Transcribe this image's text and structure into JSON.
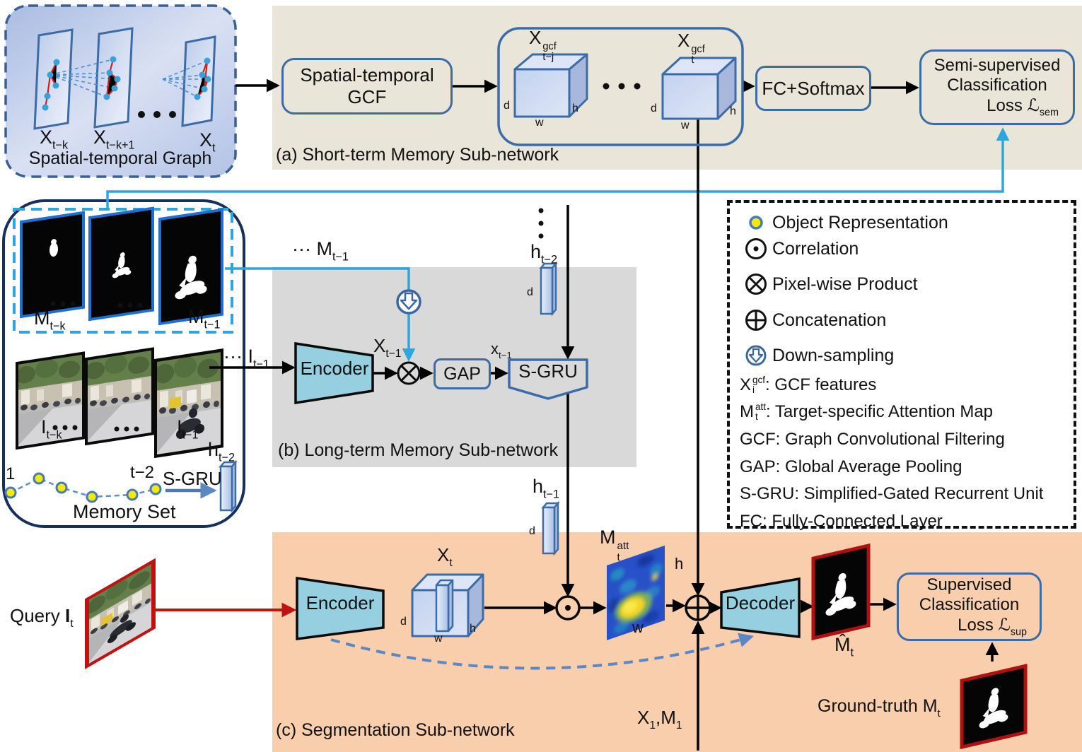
{
  "colors": {
    "cyan": "#2aa7df",
    "navy_border": "#3b6ca8",
    "dark_navy": "#16305e",
    "red": "#c11212",
    "beige_region": "#e9e6d9",
    "gray_region": "#d9d9d9",
    "orange_region": "#f8cead",
    "steel_blue": "#4a7ab5",
    "node_yellow": "#f2ea0a",
    "encoder_fill": "#96cfdf"
  },
  "graph": {
    "title": "Spatial-temporal Graph",
    "f1": [
      [
        "X",
        "b"
      ],
      [
        "t−k",
        "s"
      ]
    ],
    "f2": [
      [
        "X",
        "b"
      ],
      [
        "t−k+1",
        "s"
      ]
    ],
    "f3": [
      [
        "X",
        "b"
      ],
      [
        "t",
        "s"
      ]
    ]
  },
  "a": {
    "label": "(a) Short-term Memory Sub-network",
    "gcf1": "Spatial-temporal",
    "gcf2": "GCF",
    "cube1": [
      [
        "X",
        "b"
      ],
      [
        "gcf|t−j",
        "k"
      ]
    ],
    "cube2": [
      [
        "X",
        "b"
      ],
      [
        "gcf|t",
        "k"
      ]
    ],
    "fc": "FC+Softmax",
    "loss1": "Semi-supervised",
    "loss2": "Classification",
    "loss3": [
      [
        "Loss ",
        "b"
      ],
      [
        "ℒ",
        "b"
      ],
      [
        "sem",
        "s"
      ]
    ]
  },
  "dims": {
    "d": "d",
    "w": "w",
    "h": "h"
  },
  "mem": {
    "m_tk": [
      [
        "M",
        "b"
      ],
      [
        "t−k",
        "s"
      ]
    ],
    "m_t1": [
      [
        "M",
        "b"
      ],
      [
        "t−1",
        "s"
      ]
    ],
    "i_tk": [
      [
        "I",
        "b"
      ],
      [
        "t−k",
        "s"
      ]
    ],
    "i_t1": [
      [
        "I",
        "b"
      ],
      [
        "t−1",
        "s"
      ]
    ],
    "one": "1",
    "t2": "t−2",
    "sgru": "S-GRU",
    "h_t2": [
      [
        "h",
        "b"
      ],
      [
        "t−2",
        "s"
      ]
    ],
    "set": "Memory Set"
  },
  "b": {
    "label": "(b) Long-term Memory Sub-network",
    "m_prev": [
      [
        "··· M",
        "b"
      ],
      [
        "t−1",
        "s"
      ]
    ],
    "i_prev": [
      [
        "··· I",
        "b"
      ],
      [
        "t−1",
        "s"
      ]
    ],
    "encoder": "Encoder",
    "x_big": [
      [
        "X",
        "b"
      ],
      [
        "t−1",
        "s"
      ]
    ],
    "gap": "GAP",
    "x_small": [
      [
        "x",
        "b"
      ],
      [
        "t−1",
        "s"
      ]
    ],
    "sgru": "S-GRU",
    "h_t2": [
      [
        "h",
        "b"
      ],
      [
        "t−2",
        "s"
      ]
    ],
    "h_t1": [
      [
        "h",
        "b"
      ],
      [
        "t−1",
        "s"
      ]
    ]
  },
  "c": {
    "label": "(c) Segmentation Sub-network",
    "query": [
      [
        "Query ",
        "b"
      ],
      [
        "I",
        "B"
      ],
      [
        "t",
        "s"
      ]
    ],
    "encoder": "Encoder",
    "x_t": [
      [
        "X",
        "b"
      ],
      [
        "t",
        "s"
      ]
    ],
    "m_att": [
      [
        "M",
        "b"
      ],
      [
        "att|t",
        "k"
      ]
    ],
    "decoder": "Decoder",
    "m_hat": [
      [
        "M̂",
        "b"
      ],
      [
        "t",
        "s"
      ]
    ],
    "loss1": "Supervised",
    "loss2": "Classification",
    "loss3": [
      [
        "Loss ",
        "b"
      ],
      [
        "ℒ",
        "b"
      ],
      [
        "sup",
        "s"
      ]
    ],
    "gt": [
      [
        "Ground-truth ",
        "b"
      ],
      [
        "M",
        "b"
      ],
      [
        "t",
        "s"
      ]
    ],
    "x1m1": [
      [
        "X",
        "b"
      ],
      [
        "1",
        "s"
      ],
      [
        ",M",
        "b"
      ],
      [
        "1",
        "s"
      ]
    ]
  },
  "legend": {
    "items": [
      {
        "icon": "object-representation-icon",
        "label": "Object Representation"
      },
      {
        "icon": "correlation-icon",
        "label": "Correlation"
      },
      {
        "icon": "pixel-wise-product-icon",
        "label": "Pixel-wise Product"
      },
      {
        "icon": "concatenation-icon",
        "label": "Concatenation"
      },
      {
        "icon": "down-sampling-icon",
        "label": "Down-sampling"
      }
    ],
    "defs": [
      [
        [
          "X",
          "b"
        ],
        [
          "gcf|i",
          "k"
        ],
        [
          " : GCF features",
          "b"
        ]
      ],
      [
        [
          "M",
          "b"
        ],
        [
          "att|t",
          "k"
        ],
        [
          " : Target-specific Attention Map",
          "b"
        ]
      ],
      [
        [
          "GCF: Graph Convolutional Filtering",
          "b"
        ]
      ],
      [
        [
          "GAP: Global Average Pooling",
          "b"
        ]
      ],
      [
        [
          "S-GRU: Simplified-Gated Recurrent Unit",
          "b"
        ]
      ],
      [
        [
          "FC: Fully-Connected Layer",
          "b"
        ]
      ]
    ]
  }
}
